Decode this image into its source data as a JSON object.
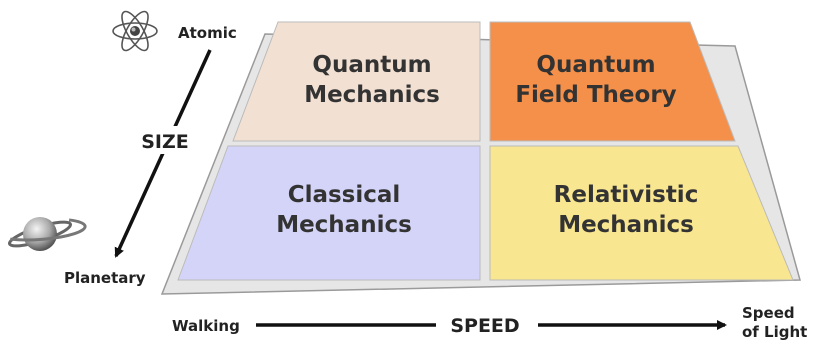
{
  "axes": {
    "size": {
      "title": "SIZE",
      "top_label": "Atomic",
      "bottom_label": "Planetary"
    },
    "speed": {
      "title": "SPEED",
      "left_label": "Walking",
      "right_label_line1": "Speed",
      "right_label_line2": "of Light"
    }
  },
  "cells": {
    "quantum_mechanics": {
      "line1": "Quantum",
      "line2": "Mechanics",
      "color": "#F2E0D3"
    },
    "quantum_field_theory": {
      "line1": "Quantum",
      "line2": "Field Theory",
      "color": "#F5904A"
    },
    "classical_mechanics": {
      "line1": "Classical",
      "line2": "Mechanics",
      "color": "#D4D4F8"
    },
    "relativistic_mechanics": {
      "line1": "Relativistic",
      "line2": "Mechanics",
      "color": "#F9E690"
    }
  },
  "icons": {
    "top": "atom-icon",
    "bottom": "planet-icon"
  },
  "colors": {
    "shadow_plane": "#E6E6E6",
    "arrow": "#111111"
  }
}
